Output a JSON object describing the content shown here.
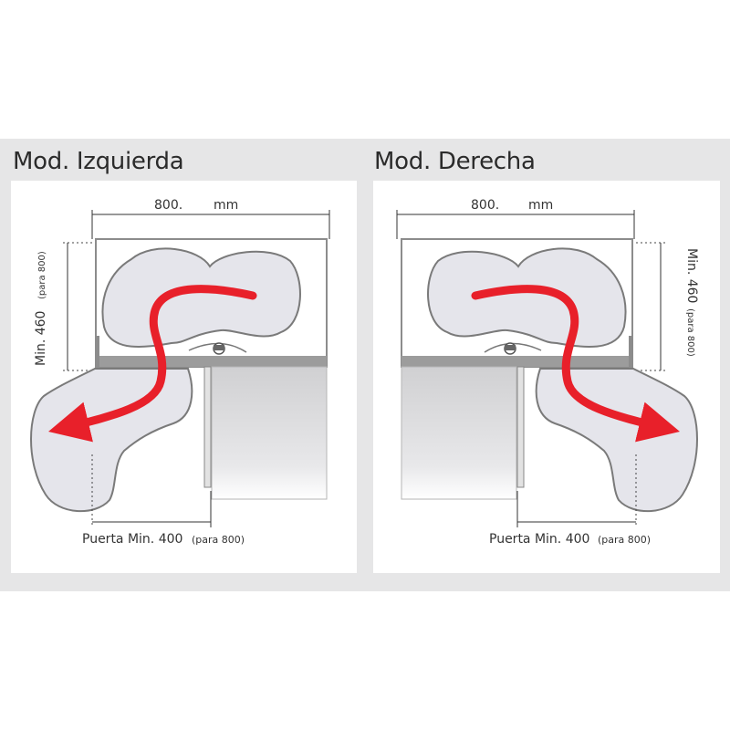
{
  "panels": [
    {
      "title": "Mod. Izquierda",
      "width_value": "800.",
      "width_unit": "mm",
      "depth_min": "Min. 460",
      "depth_note": "(para 800)",
      "door_min": "Puerta Min. 400",
      "door_note": "(para 800)"
    },
    {
      "title": "Mod. Derecha",
      "width_value": "800.",
      "width_unit": "mm",
      "depth_min": "Min. 460",
      "depth_note": "(para 800)",
      "door_min": "Puerta Min. 400",
      "door_note": "(para 800)"
    }
  ],
  "colors": {
    "arrow": "#e8202a",
    "background_band": "#e6e6e7",
    "tray_fill": "#e4e4ea",
    "frame": "#9a9a9a"
  }
}
